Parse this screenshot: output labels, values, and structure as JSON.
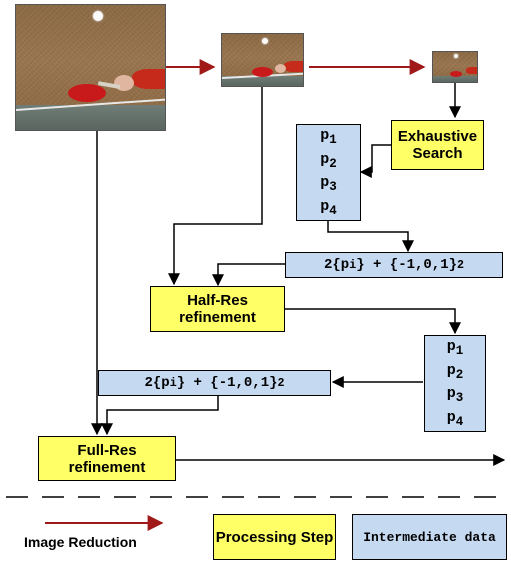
{
  "process_steps": {
    "exhaustive_search": "Exhaustive Search",
    "half_res": "Half-Res refinement",
    "full_res": "Full-Res refinement"
  },
  "data_boxes": {
    "candidates_top": [
      "p1",
      "p2",
      "p3",
      "p4"
    ],
    "candidates_bottom": [
      "p1",
      "p2",
      "p3",
      "p4"
    ],
    "formula_upper": "2{pi} + {-1,0,1}2",
    "formula_lower": "2{pi} + {-1,0,1}2"
  },
  "legend": {
    "image_reduction": "Image Reduction",
    "processing_step": "Processing Step",
    "intermediate_data": "Intermediate data"
  },
  "colors": {
    "processing_step": "#ffff66",
    "intermediate_data": "#c5d9f1",
    "image_reduction_arrow": "#a01818",
    "flow_arrow": "#000000"
  }
}
